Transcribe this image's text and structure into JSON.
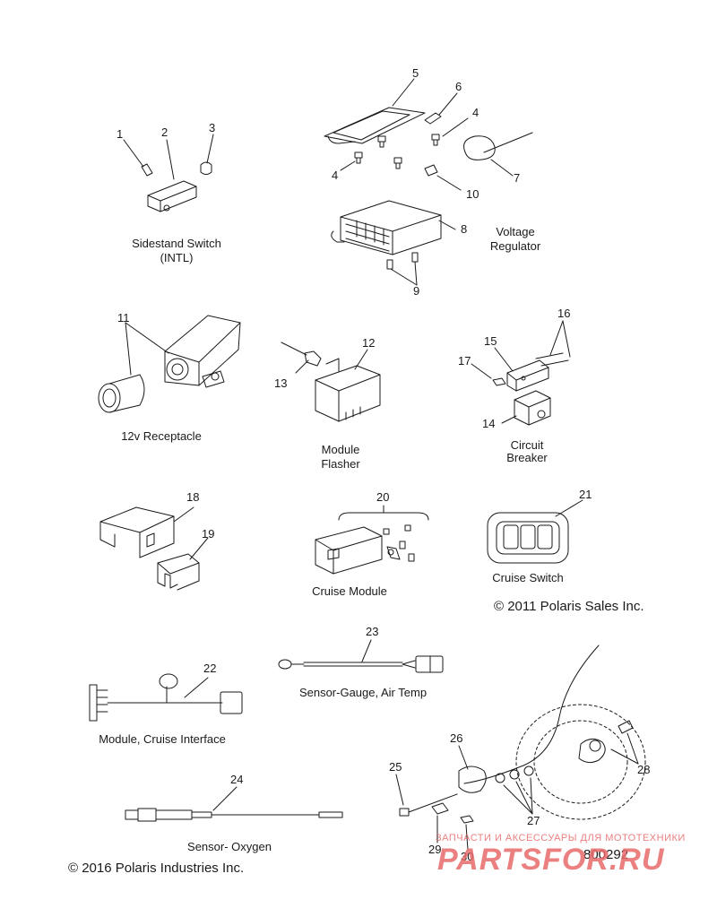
{
  "labels": {
    "sidestand_switch": "Sidestand Switch",
    "sidestand_switch_intl": "(INTL)",
    "voltage_regulator_1": "Voltage",
    "voltage_regulator_2": "Regulator",
    "receptacle": "12v Receptacle",
    "module_flasher_1": "Module",
    "module_flasher_2": "Flasher",
    "circuit_breaker_1": "Circuit",
    "circuit_breaker_2": "Breaker",
    "cruise_module": "Cruise Module",
    "cruise_switch": "Cruise Switch",
    "sensor_gauge": "Sensor-Gauge, Air Temp",
    "module_cruise_interface": "Module, Cruise Interface",
    "sensor_oxygen": "Sensor- Oxygen"
  },
  "callouts": [
    "1",
    "2",
    "3",
    "4",
    "5",
    "6",
    "7",
    "8",
    "9",
    "10",
    "11",
    "12",
    "13",
    "14",
    "15",
    "16",
    "17",
    "18",
    "19",
    "20",
    "21",
    "22",
    "23",
    "24",
    "25",
    "26",
    "27",
    "28",
    "29",
    "30"
  ],
  "callout_4b": "4",
  "copyright_2011": "© 2011 Polaris Sales Inc.",
  "copyright_2016": "© 2016 Polaris Industries Inc.",
  "document_number": "800292",
  "watermark": {
    "tagline": "ЗАПЧАСТИ И АКСЕССУАРЫ ДЛЯ МОТОТЕХНИКИ",
    "brand": "PARTSFOR.RU",
    "color": "#e86a6a"
  },
  "line_color": "#1a1a1a"
}
